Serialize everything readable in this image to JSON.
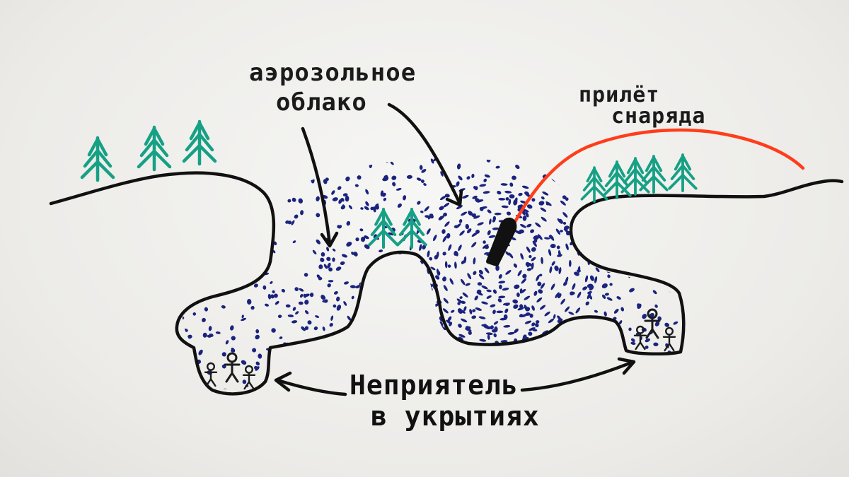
{
  "labels": {
    "aerosol_cloud": [
      "аэрозольное",
      "облако"
    ],
    "shell_arrival": [
      "прилёт",
      "снаряда"
    ],
    "enemy_in_shelters": [
      "Неприятель",
      "в укрытиях"
    ]
  },
  "colors": {
    "board": "#eeeeec",
    "ink": "#111111",
    "cloud_dots": "#1a237e",
    "trees": "#16a085",
    "trajectory": "#ff3d1a",
    "people": "#1b1b1b"
  },
  "icons": {
    "tree": "tree-icon",
    "person": "person-icon",
    "shell": "shell-icon"
  }
}
